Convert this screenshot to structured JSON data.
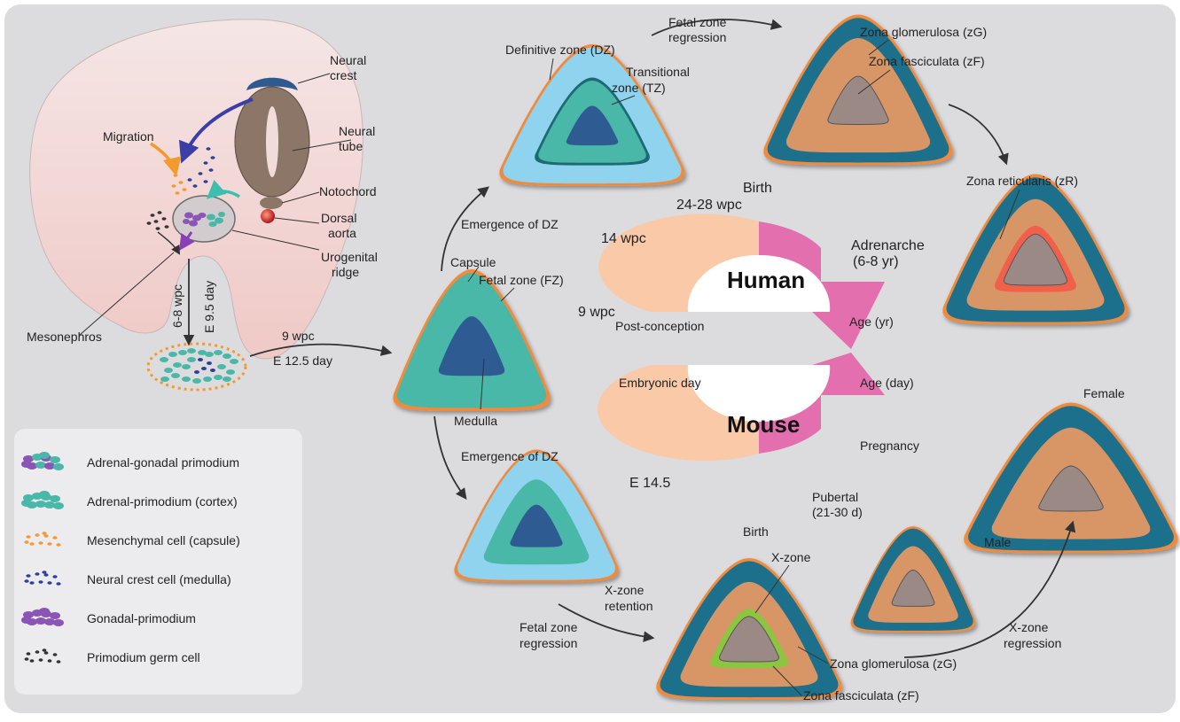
{
  "colors": {
    "background": "#dcdcde",
    "embryo": "#f1dcdc",
    "embryo_edge": "#e7a8a4",
    "capsule": "#f08a3c",
    "definitive_zone": "#8fd3ef",
    "fetal_zone": "#49b8a8",
    "medulla": "#2d5c92",
    "zona_glomerulosa": "#1d6f8c",
    "zona_fasciculata": "#d89565",
    "medulla_adult": "#9a8985",
    "zona_reticularis": "#f0604c",
    "x_zone": "#8cc63f",
    "human_ring": "#f9c9a8",
    "arrow_pink": "#e36faf"
  },
  "labels": {
    "neural_crest": [
      "Neural",
      "crest"
    ],
    "neural_tube": [
      "Neural",
      "tube"
    ],
    "migration": "Migration",
    "notochord": "Notochord",
    "dorsal_aorta": [
      "Dorsal",
      "aorta"
    ],
    "urogenital_ridge": [
      "Urogenital",
      "ridge"
    ],
    "mesonephros": "Mesonephros",
    "wpc_6_8": "6-8 wpc",
    "e_9_5": "E 9.5 day",
    "wpc_9": "9 wpc",
    "e_12_5": "E 12.5 day",
    "capsule": "Capsule",
    "fetal_zone": "Fetal zone (FZ)",
    "medulla": "Medulla",
    "emergence_dz_top": "Emergence of DZ",
    "emergence_dz_bottom": "Emergence of DZ",
    "definitive_zone": "Definitive zone (DZ)",
    "transitional_zone": [
      "Transitional",
      "zone (TZ)"
    ],
    "fetal_zone_regression_top": [
      "Fetal zone",
      "regression"
    ],
    "zona_glomerulosa_top": "Zona glomerulosa (zG)",
    "zona_fasciculata_top": "Zona fasciculata (zF)",
    "zona_reticularis": "Zona reticularis (zR)",
    "birth_top": "Birth",
    "wpc_24_28": "24-28 wpc",
    "wpc_14": "14 wpc",
    "human": "Human",
    "adrenarche": [
      "Adrenarche",
      "(6-8 yr)"
    ],
    "wpc_9_center": "9 wpc",
    "post_conception": "Post-conception",
    "age_yr": "Age (yr)",
    "embryonic_day": "Embryonic day",
    "age_day": "Age (day)",
    "mouse": "Mouse",
    "pregnancy": "Pregnancy",
    "e_14_5": "E 14.5",
    "pubertal": [
      "Pubertal",
      "(21-30 d)"
    ],
    "birth_bottom": "Birth",
    "female": "Female",
    "male": "Male",
    "x_zone": "X-zone",
    "x_zone_retention": [
      "X-zone",
      "retention"
    ],
    "fetal_zone_regression_bottom": [
      "Fetal zone",
      "regression"
    ],
    "x_zone_regression": [
      "X-zone",
      "regression"
    ],
    "zona_glomerulosa_bottom": "Zona glomerulosa (zG)",
    "zona_fasciculata_bottom": "Zona fasciculata (zF)"
  },
  "legend": [
    {
      "icon": "adrenal-gonadal-cells-icon",
      "label": "Adrenal-gonadal primodium"
    },
    {
      "icon": "adrenal-cortex-cells-icon",
      "label": "Adrenal-primodium (cortex)"
    },
    {
      "icon": "mesenchymal-cells-icon",
      "label": "Mesenchymal cell (capsule)"
    },
    {
      "icon": "neural-crest-cells-icon",
      "label": "Neural crest cell (medulla)"
    },
    {
      "icon": "gonadal-cells-icon",
      "label": "Gonadal-primodium"
    },
    {
      "icon": "germ-cells-icon",
      "label": "Primodium germ cell"
    }
  ]
}
